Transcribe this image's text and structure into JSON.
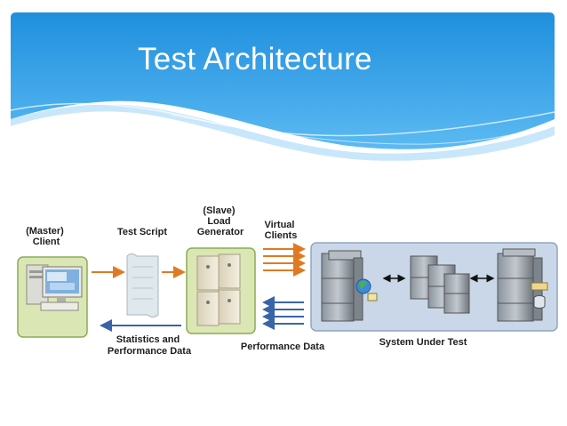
{
  "slide": {
    "title": "Test Architecture"
  },
  "diagram": {
    "master_client_label": [
      "(Master)",
      "Client"
    ],
    "test_script_label": "Test Script",
    "load_generator_label": [
      "(Slave)",
      "Load",
      "Generator"
    ],
    "virtual_clients_label": [
      "Virtual",
      "Clients"
    ],
    "statistics_label": [
      "Statistics and",
      "Performance Data"
    ],
    "performance_data_label": "Performance Data",
    "system_under_test_label": "System Under Test"
  },
  "colors": {
    "banner_top": "#1f8fde",
    "banner_bottom": "#5cbaf2",
    "node_fill": "#dbe6b5",
    "node_border": "#8aac54",
    "sut_fill": "#c9d7e8",
    "sut_border": "#8fa6c0",
    "orange_arrow": "#e07a22",
    "blue_arrow": "#3a64a8"
  }
}
